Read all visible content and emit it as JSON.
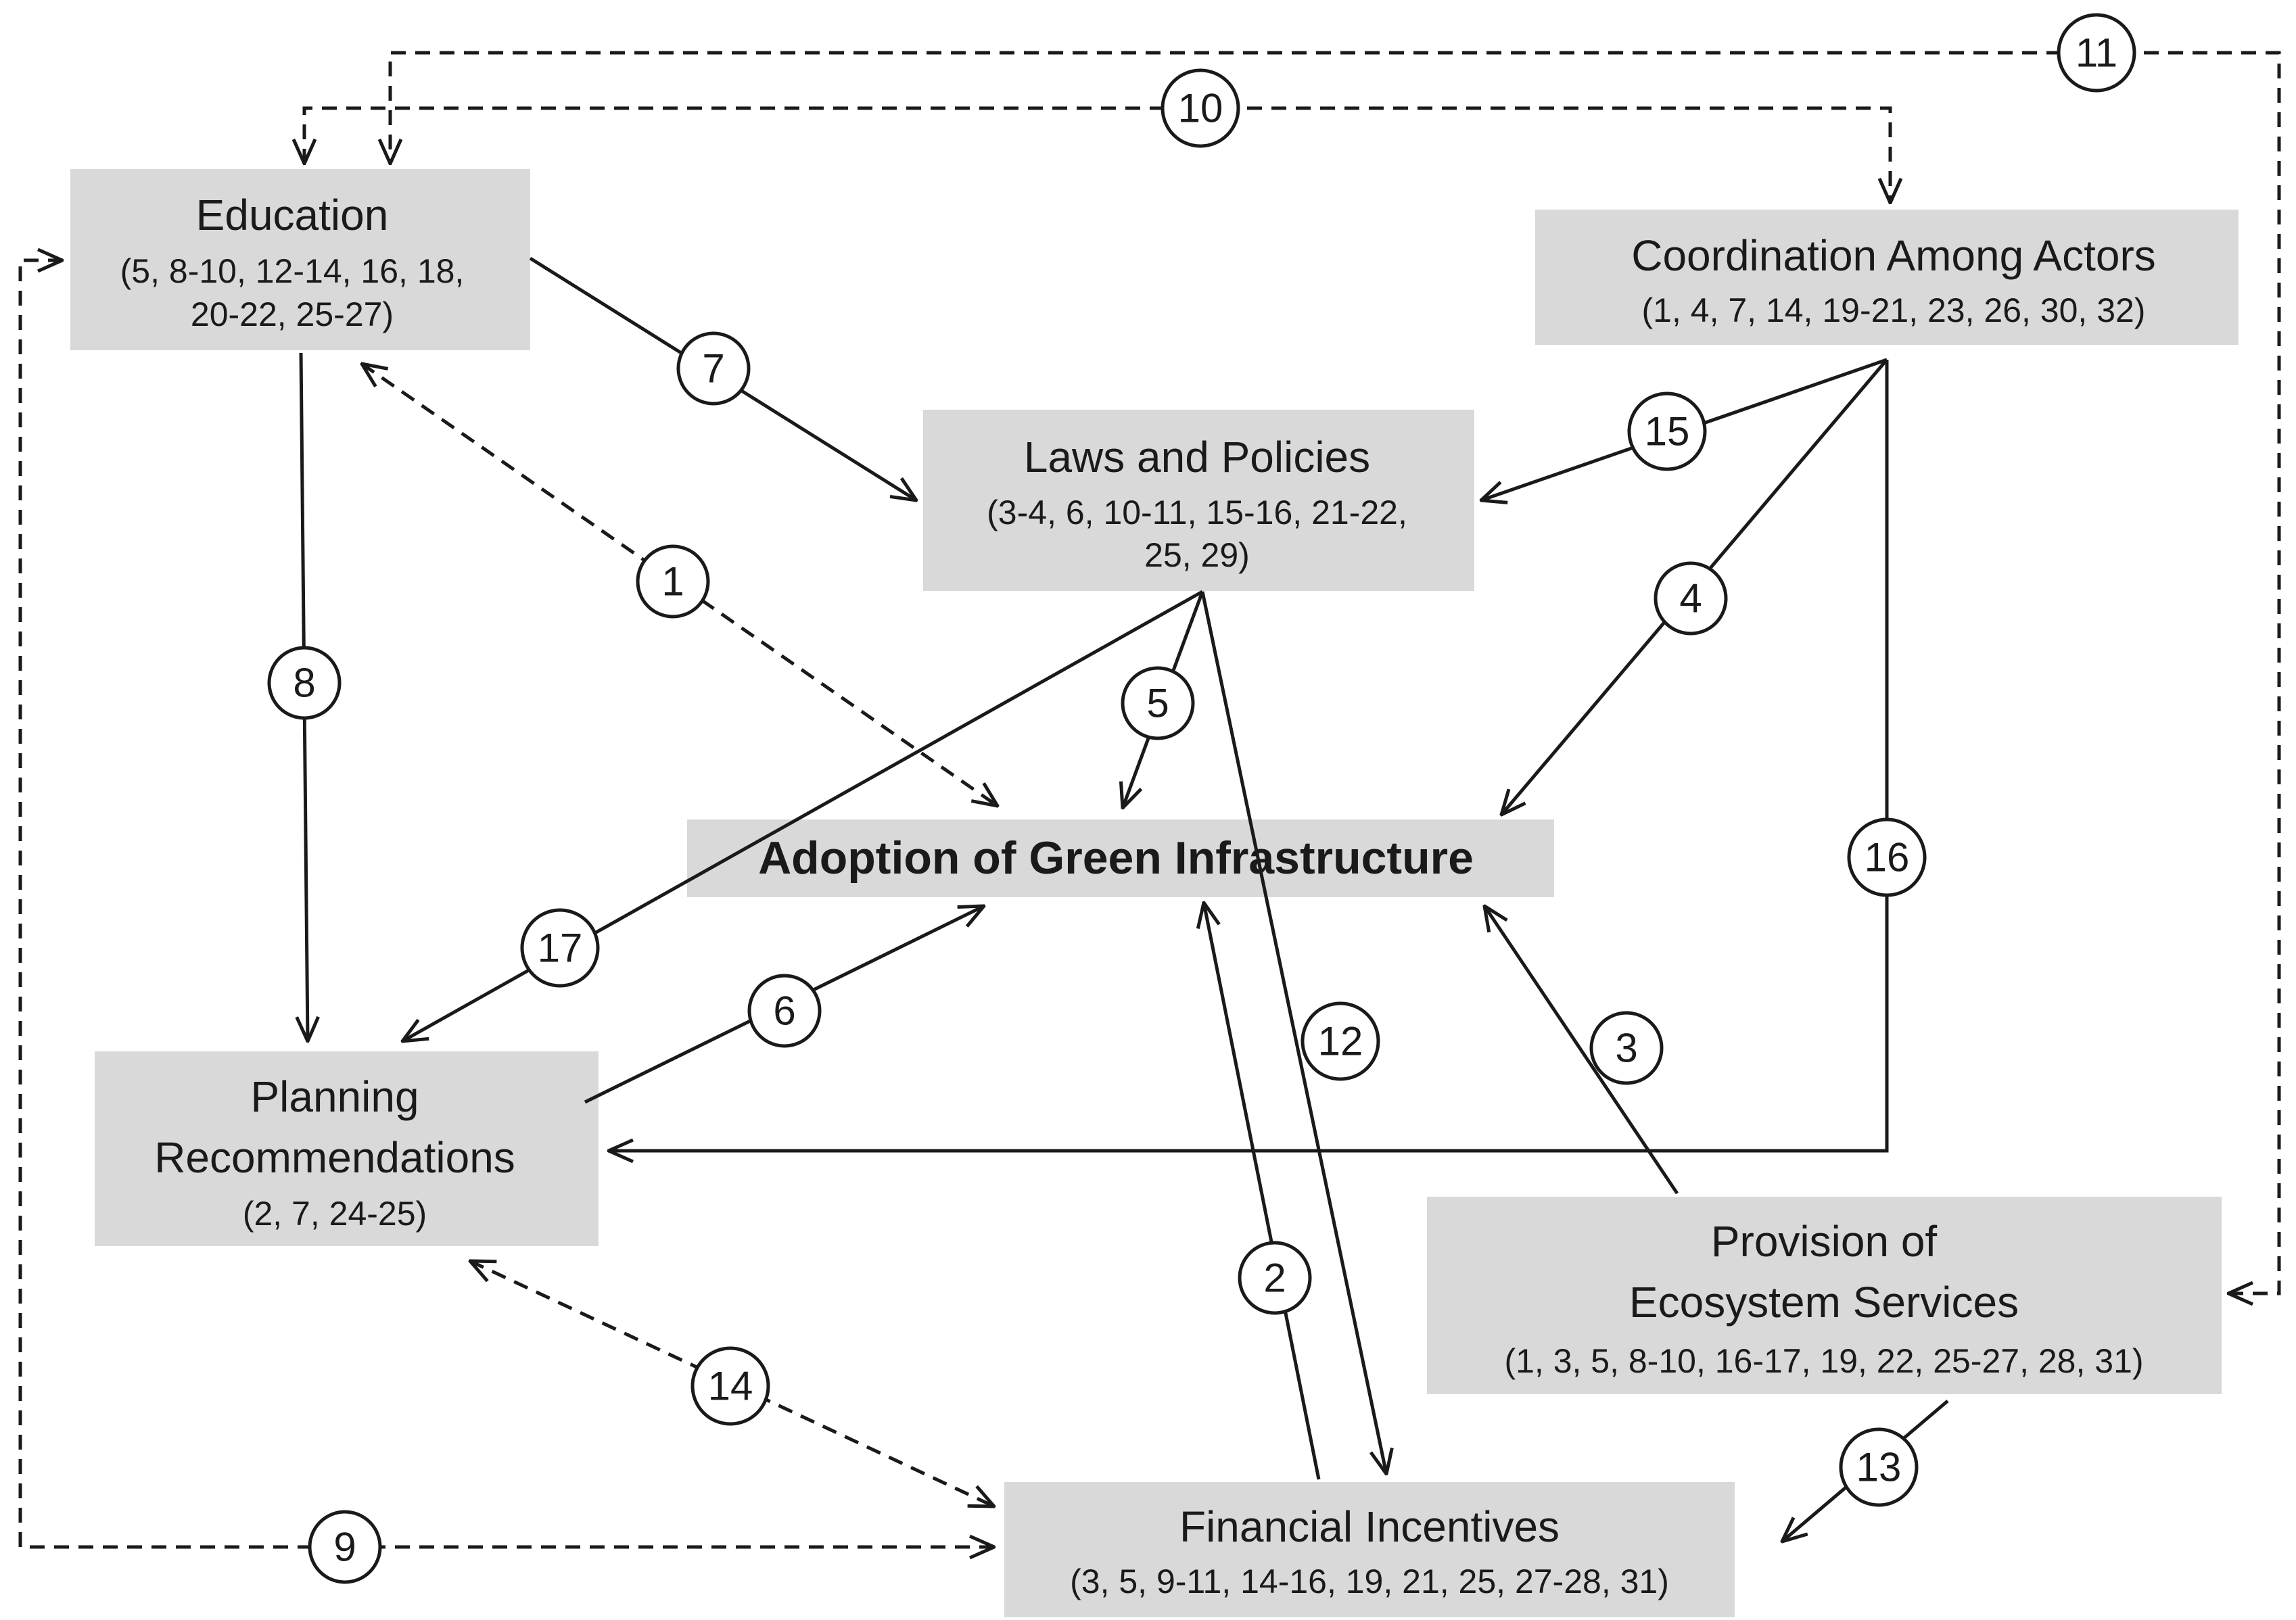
{
  "nodes": {
    "education": {
      "title": "Education",
      "refs": [
        "(5, 8-10, 12-14, 16, 18,",
        "20-22, 25-27)"
      ]
    },
    "coordination": {
      "title": "Coordination Among  Actors",
      "refs": [
        "(1, 4, 7, 14, 19-21, 23, 26, 30, 32)"
      ]
    },
    "laws": {
      "title": "Laws and Policies",
      "refs": [
        "(3-4, 6, 10-11, 15-16, 21-22,",
        "25, 29)"
      ]
    },
    "adoption": {
      "title": "Adoption of Green Infrastructure",
      "refs": []
    },
    "planning": {
      "title": [
        "Planning",
        "Recommendations"
      ],
      "refs": [
        "(2, 7, 24-25)"
      ]
    },
    "ecosystem": {
      "title": [
        "Provision of",
        "Ecosystem Services"
      ],
      "refs": [
        "(1, 3, 5, 8-10, 16-17, 19, 22, 25-27, 28, 31)"
      ]
    },
    "financial": {
      "title": "Financial Incentives",
      "refs": [
        "(3, 5, 9-11, 14-16, 19, 21, 25, 27-28, 31)"
      ]
    }
  },
  "edges": [
    {
      "label": "1",
      "from": "education",
      "to": "adoption",
      "style": "dashed",
      "bidirectional": true
    },
    {
      "label": "2",
      "from": "financial",
      "to": "adoption",
      "style": "solid",
      "bidirectional": false
    },
    {
      "label": "3",
      "from": "ecosystem",
      "to": "adoption",
      "style": "solid",
      "bidirectional": false
    },
    {
      "label": "4",
      "from": "coordination",
      "to": "adoption",
      "style": "solid",
      "bidirectional": false
    },
    {
      "label": "5",
      "from": "laws",
      "to": "adoption",
      "style": "solid",
      "bidirectional": false
    },
    {
      "label": "6",
      "from": "planning",
      "to": "adoption",
      "style": "solid",
      "bidirectional": false
    },
    {
      "label": "7",
      "from": "education",
      "to": "laws",
      "style": "solid",
      "bidirectional": false
    },
    {
      "label": "8",
      "from": "education",
      "to": "planning",
      "style": "solid",
      "bidirectional": false
    },
    {
      "label": "9",
      "from": "financial",
      "to": "education",
      "style": "dashed",
      "bidirectional": true
    },
    {
      "label": "10",
      "from": "education",
      "to": "coordination",
      "style": "dashed",
      "bidirectional": true
    },
    {
      "label": "11",
      "from": "ecosystem",
      "to": "education",
      "style": "dashed",
      "bidirectional": true
    },
    {
      "label": "12",
      "from": "laws",
      "to": "financial",
      "style": "solid",
      "bidirectional": false
    },
    {
      "label": "13",
      "from": "ecosystem",
      "to": "financial",
      "style": "solid",
      "bidirectional": false
    },
    {
      "label": "14",
      "from": "planning",
      "to": "financial",
      "style": "dashed",
      "bidirectional": true
    },
    {
      "label": "15",
      "from": "coordination",
      "to": "laws",
      "style": "solid",
      "bidirectional": false
    },
    {
      "label": "16",
      "from": "coordination",
      "to": "planning",
      "style": "solid",
      "bidirectional": false
    },
    {
      "label": "17",
      "from": "laws",
      "to": "planning",
      "style": "solid",
      "bidirectional": false
    }
  ]
}
